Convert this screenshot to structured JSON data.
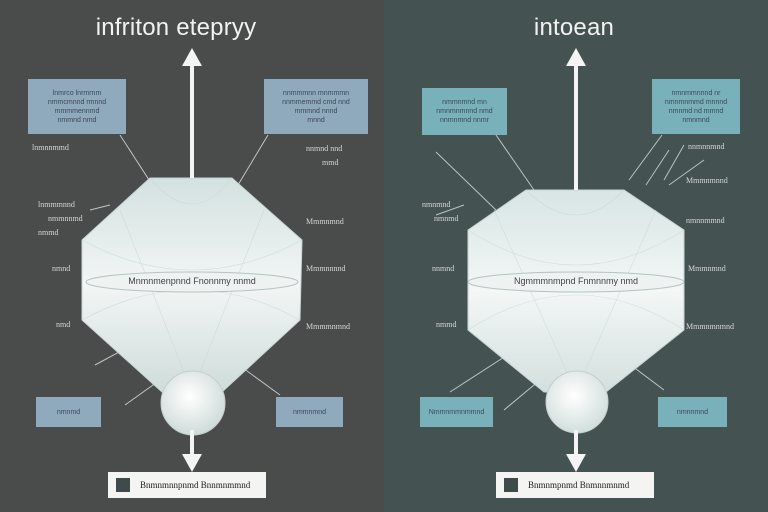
{
  "left": {
    "title": "infriton etepryy",
    "boxes": {
      "top_left": "lnmrco lnrmrnm\nnmmcmnnd rmnnd\nmmmmennmd\nnmmnd nmd",
      "top_right": "nnmmmnn mnmmmn\nnnmmemmd cmd nnd\nmmmnd nnnd\nmnnd",
      "bottom_left": "nmnmd",
      "bottom_right": "nmmnmnd"
    },
    "labels": [
      "lnmnnmmd",
      "nnmnd nnd",
      "mmd",
      "lnmmmnnd",
      "nmmnnmd",
      "nmmd",
      "Mmmnmnd",
      "nmnd",
      "Mmmnnnnd",
      "nmd",
      "Mmmmnmnd"
    ],
    "band_text": "Mnmnmenpnnd Fnonnmy nnmd",
    "legend_text": "Bnmnmnnpnmd Bnnmnmmnd"
  },
  "right": {
    "title": "intoean",
    "boxes": {
      "top_left": "nmmnmnd mn\nnmnmnmnnd nmd\nnnmnmnd nnmr",
      "top_right": "nmnmmnnnd nr\nnmnmnmmd mnnnd\nnmnmd nd mmnd\nnmnmnd",
      "bottom_left": "Nmmnmmnmmnd",
      "bottom_right": "nmnnmnd"
    },
    "labels": [
      "nnmnnmnd",
      "nmnmnd",
      "nmnmd",
      "nnmnd",
      "nmnnmmnd",
      "Mmmnmnd",
      "Mmmnmnmnd",
      "nmmd",
      "Mmmnmnnd"
    ],
    "band_text": "Ngmmmnmpnd Fnmnnmy nmd",
    "legend_text": "Bnmnmpnmd Bnmnnmnmd"
  },
  "colors": {
    "left_bg": "#4a4b4b",
    "right_bg": "#445352",
    "left_box": "#8fa9bd",
    "right_box": "#79b1bb",
    "arrow": "#f4f4f4",
    "vessel": "#dfe9e8"
  }
}
